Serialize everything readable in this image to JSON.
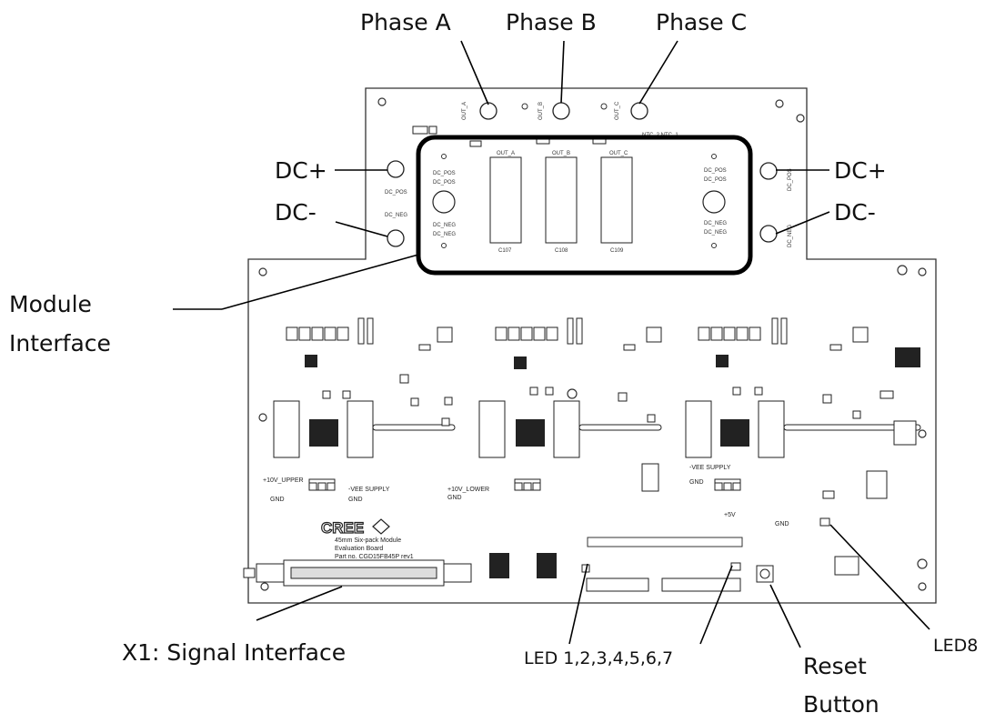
{
  "callouts": {
    "phase_a": "Phase A",
    "phase_b": "Phase B",
    "phase_c": "Phase C",
    "dc_pos_left": "DC+",
    "dc_neg_left": "DC-",
    "dc_pos_right": "DC+",
    "dc_neg_right": "DC-",
    "module_interface_line1": "Module",
    "module_interface_line2": "Interface",
    "signal_interface": "X1: Signal Interface",
    "leds": "LED 1,2,3,4,5,6,7",
    "led8": "LED8",
    "reset_line1": "Reset",
    "reset_line2": "Button"
  },
  "silkscreen": {
    "out_a": "OUT_A",
    "out_b": "OUT_B",
    "out_c": "OUT_C",
    "ntc": "NTC_2   NTC_1",
    "dc_pos": "DC_POS",
    "dc_neg": "DC_NEG",
    "c107": "C107",
    "c108": "C108",
    "c109": "C109",
    "upper_supply": "+10V_UPPER",
    "lower_supply": "+10V_LOWER",
    "gnd": "GND",
    "vee_supply": "-VEE SUPPLY",
    "plus5v": "+5V",
    "brand": "CREE",
    "board_line1": "45mm Six-pack Module",
    "board_line2": "Evaluation Board",
    "board_line3": "Part no. CGD15FB45P rev1"
  },
  "colors": {
    "ink": "#111111",
    "board_outline": "#333333",
    "module_outline": "#000000"
  }
}
